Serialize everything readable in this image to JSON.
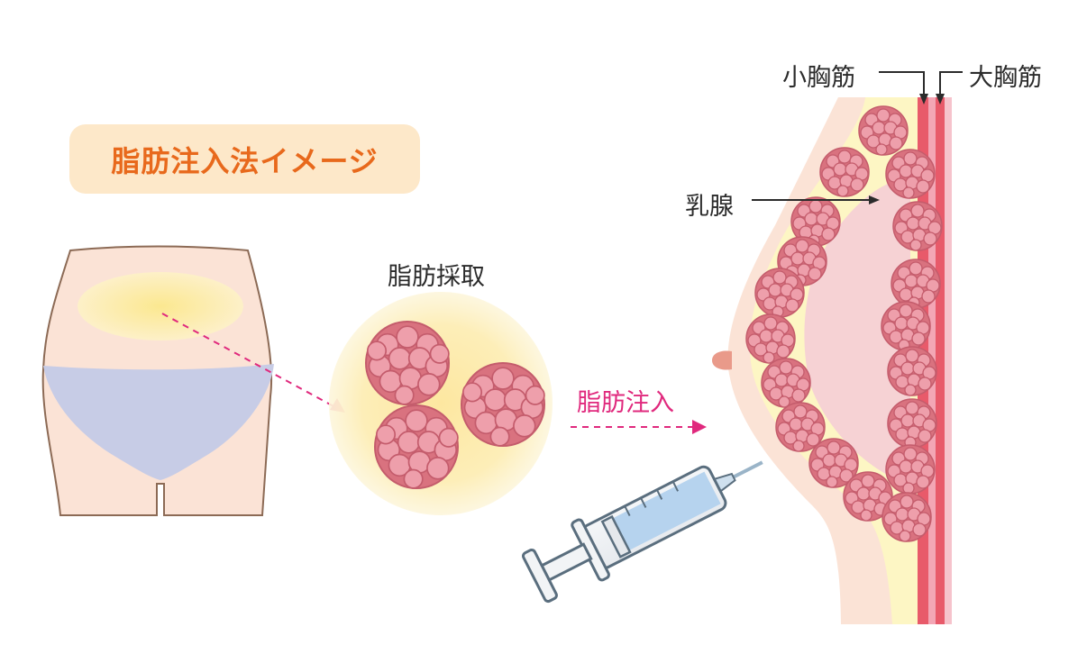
{
  "title": "脂肪注入法イメージ",
  "labels": {
    "fat_harvest": "脂肪採取",
    "fat_injection": "脂肪注入",
    "mammary_gland": "乳腺",
    "pectoralis_minor": "小胸筋",
    "pectoralis_major": "大胸筋"
  },
  "colors": {
    "title_text": "#e8691c",
    "title_bg": "#fde8c9",
    "skin": "#fbe3d6",
    "fat_layer": "#fdf6c4",
    "gland": "#f6d2d4",
    "fat_lobule": "#e68a9a",
    "muscle": "#e85a6a",
    "underwear": "#c7cce6",
    "arrow_pink": "#e0297d",
    "syringe_fluid": "#b6d3ee"
  },
  "icons": [
    "hip-body-icon",
    "fat-cluster-icon",
    "syringe-icon",
    "breast-cross-section-icon"
  ]
}
